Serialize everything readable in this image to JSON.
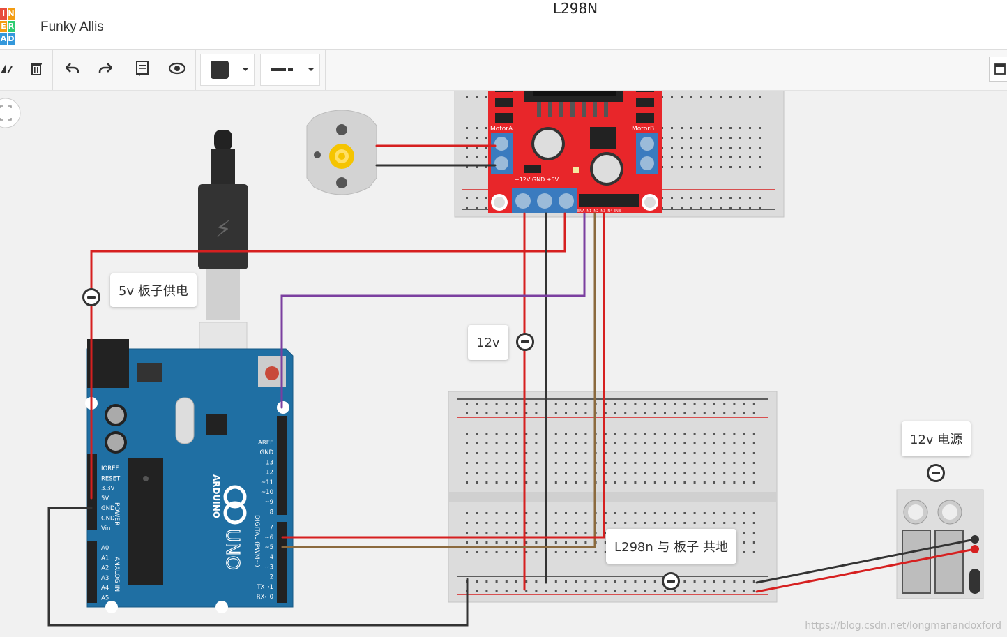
{
  "app": {
    "logo_letters": [
      "I",
      "N",
      "E",
      "R",
      "A",
      "D"
    ],
    "title": "Funky Allis"
  },
  "toolbar": {
    "icons": [
      "rotate-icon",
      "delete-icon",
      "undo-icon",
      "redo-icon",
      "notes-icon",
      "visibility-icon"
    ],
    "color_dropdown": {
      "icon": "color-swatch-icon",
      "color": "#333333"
    },
    "line_dropdown": {
      "icon": "line-style-icon"
    },
    "right_icon": "panel-toggle-icon"
  },
  "components": {
    "l298n_label": "L298N",
    "motor_a_label": "MotorA",
    "motor_b_label": "MotorB",
    "power_terminal_labels": "+12V  GND  +5V",
    "enable_pins_label": "ENA IN1 IN2 IN3 IN4 ENB",
    "arduino_brand": "ARDUINO",
    "arduino_model": "UNO",
    "arduino_power_header": [
      "IOREF",
      "RESET",
      "3.3V",
      "5V",
      "GND",
      "GND",
      "Vin"
    ],
    "arduino_analog_header": [
      "A0",
      "A1",
      "A2",
      "A3",
      "A4",
      "A5"
    ],
    "arduino_digital_header": [
      "AREF",
      "GND",
      "13",
      "12",
      "~11",
      "~10",
      "~9",
      "8",
      "7",
      "~6",
      "~5",
      "4",
      "~3",
      "2",
      "TX→1",
      "RX←0"
    ],
    "power_label": "POWER",
    "analog_label": "ANALOG IN",
    "digital_label": "DIGITAL (PWM~)"
  },
  "annotations": [
    {
      "id": "5v-board-power",
      "text": "5v 板子供电"
    },
    {
      "id": "12v",
      "text": "12v"
    },
    {
      "id": "12v-power-supply",
      "text": "12v 电源"
    },
    {
      "id": "common-ground",
      "text": "L298n 与 板子 共地"
    }
  ],
  "colors": {
    "wire_red": "#d62020",
    "wire_black": "#333333",
    "wire_purple": "#7b3fa0",
    "wire_brown": "#8b6a3e",
    "l298_red": "#e8262a",
    "arduino_blue": "#1f6fa3"
  },
  "watermark": "https://blog.csdn.net/longmanandoxford"
}
